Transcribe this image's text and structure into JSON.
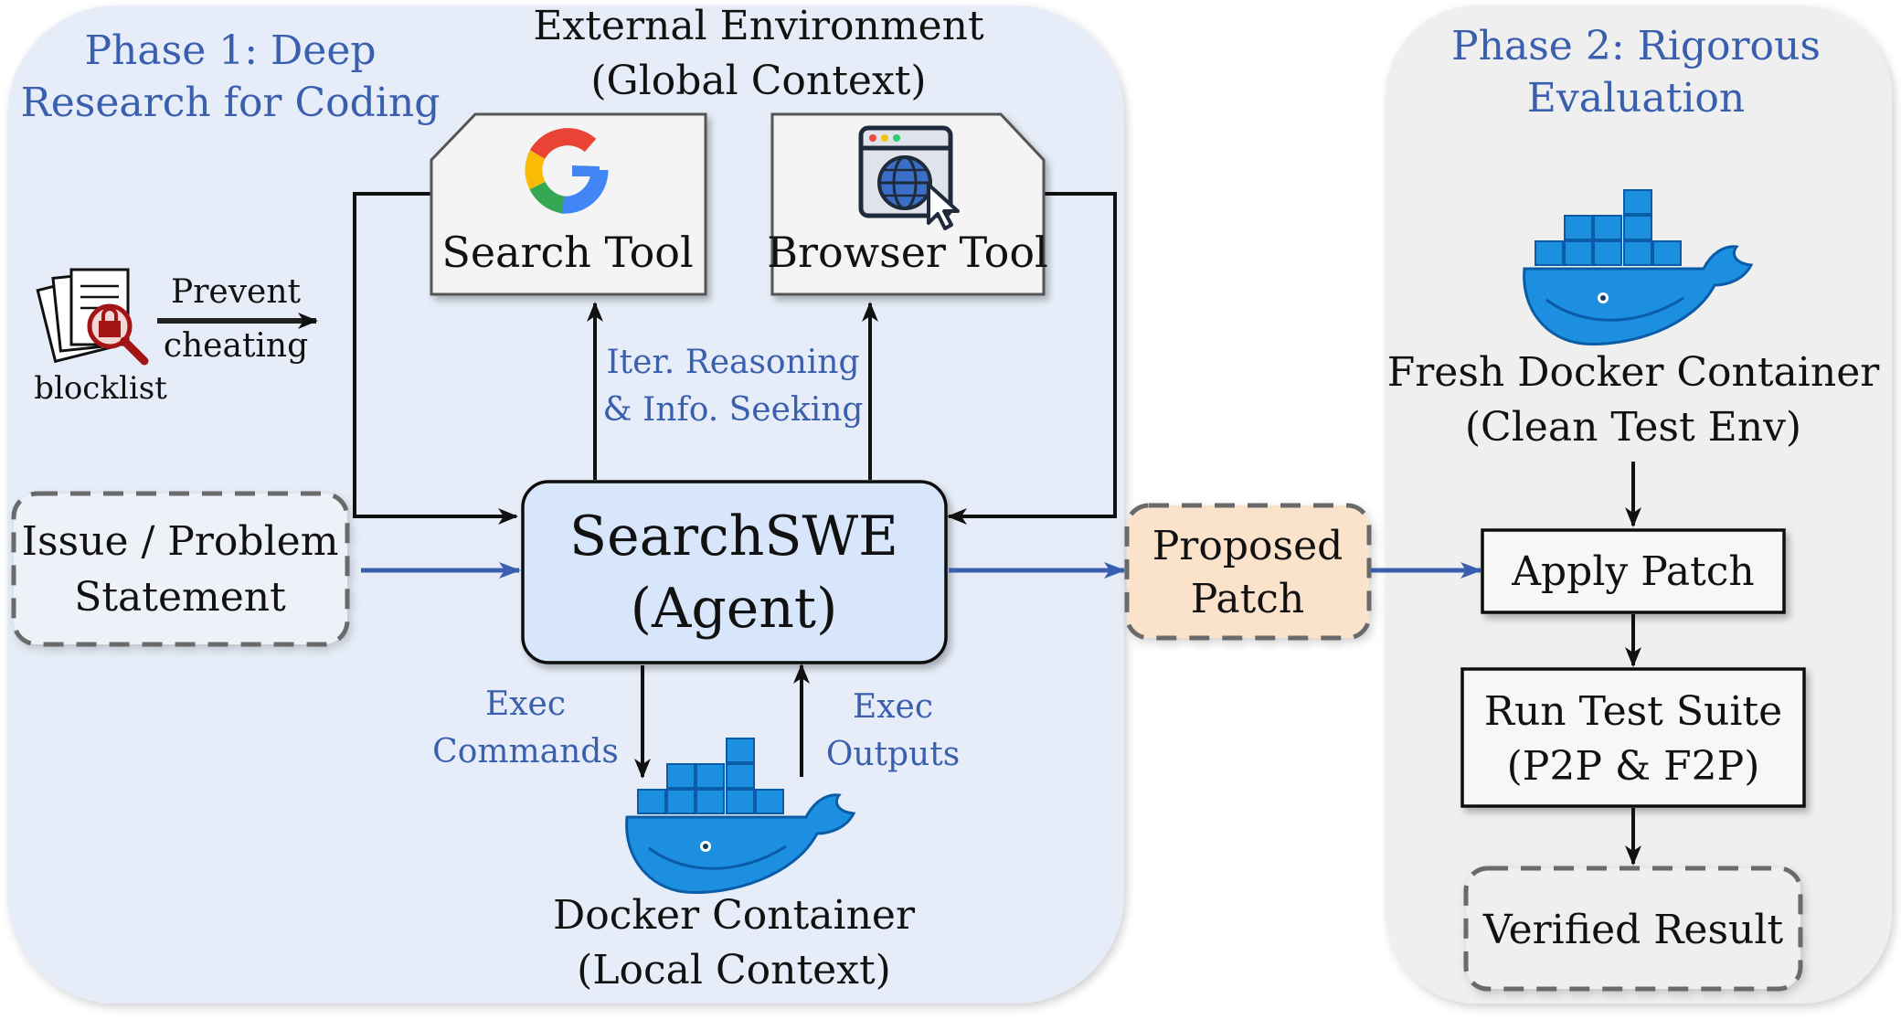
{
  "colors": {
    "phase1_bg": "#e6edf8",
    "phase2_bg": "#efefef",
    "agent_fill": "#d7e6fb",
    "patch_fill": "#fbe3cb",
    "accent_blue": "#3a5fae",
    "docker_blue": "#1d8fe0"
  },
  "phase1": {
    "title_line1": "Phase 1: Deep",
    "title_line2": "Research for Coding"
  },
  "phase2": {
    "title_line1": "Phase 2: Rigorous",
    "title_line2": "Evaluation"
  },
  "external_env": {
    "line1": "External Environment",
    "line2": "(Global Context)"
  },
  "search_tool": {
    "label": "Search Tool",
    "icon": "google-g-icon"
  },
  "browser_tool": {
    "label": "Browser Tool",
    "icon": "browser-globe-cursor-icon"
  },
  "blocklist": {
    "label": "blocklist",
    "arrow_line1": "Prevent",
    "arrow_line2": "cheating",
    "icon": "documents-lock-magnifier-icon"
  },
  "issue": {
    "line1": "Issue / Problem",
    "line2": "Statement"
  },
  "agent": {
    "line1": "SearchSWE",
    "line2": "(Agent)"
  },
  "reasoning": {
    "line1": "Iter. Reasoning",
    "line2": "& Info. Seeking"
  },
  "exec_commands": {
    "line1": "Exec",
    "line2": "Commands"
  },
  "exec_outputs": {
    "line1": "Exec",
    "line2": "Outputs"
  },
  "docker_local": {
    "line1": "Docker Container",
    "line2": "(Local Context)",
    "icon": "docker-whale-icon"
  },
  "proposed_patch": {
    "line1": "Proposed",
    "line2": "Patch"
  },
  "fresh_docker": {
    "line1": "Fresh Docker Container",
    "line2": "(Clean Test Env)",
    "icon": "docker-whale-icon"
  },
  "apply_patch": {
    "label": "Apply Patch"
  },
  "run_tests": {
    "line1": "Run Test Suite",
    "line2": "(P2P & F2P)"
  },
  "verified": {
    "label": "Verified Result"
  }
}
